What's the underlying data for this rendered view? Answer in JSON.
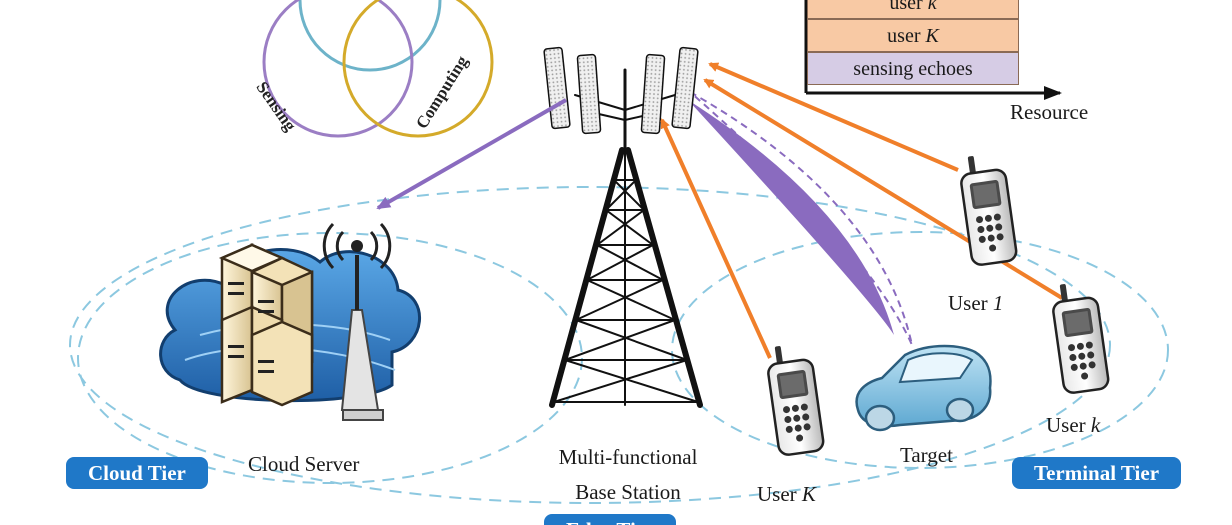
{
  "venn": {
    "sensing_label": "Sensing",
    "computing_label": "Computing",
    "colors": {
      "sensing": "#9b7ec4",
      "computing": "#d4aa2a",
      "communication": "#6db3c9"
    }
  },
  "resource_chart": {
    "rows": [
      {
        "label": "user k",
        "fill": "#f8c9a4"
      },
      {
        "label": "user K",
        "fill": "#f8c9a4"
      },
      {
        "label": "sensing echoes",
        "fill": "#d6cce5"
      }
    ],
    "axis_label": "Resource"
  },
  "nodes": {
    "cloud_server": "Cloud Server",
    "base_station_line1": "Multi-functional",
    "base_station_line2": "Base Station",
    "target": "Target",
    "user_1": "User 1",
    "user_k": "User k",
    "user_K": "User K"
  },
  "tiers": {
    "cloud": "Cloud Tier",
    "edge": "Edge Tier",
    "terminal": "Terminal Tier"
  },
  "colors": {
    "uplink_arrow": "#f07f2a",
    "sensing_beam": "#8a6bbf",
    "tier_badge": "#1f78c8",
    "coverage_ring": "#8cc8e0"
  }
}
